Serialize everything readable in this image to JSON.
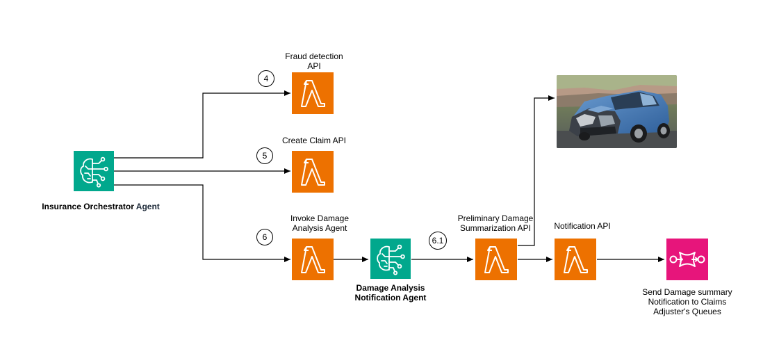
{
  "orchestrator": {
    "label_part1": "Insurance Orchestrator ",
    "label_part2": "Agent",
    "icon": "bedrock-agent-icon"
  },
  "steps": {
    "step4": "4",
    "step5": "5",
    "step6": "6",
    "step61": "6.1"
  },
  "nodes": {
    "fraud": {
      "line1": "Fraud detection",
      "line2": "API",
      "icon": "lambda-icon"
    },
    "create_claim": {
      "line1": "Create Claim API",
      "icon": "lambda-icon"
    },
    "invoke_damage": {
      "line1": "Invoke Damage",
      "line2": "Analysis Agent",
      "icon": "lambda-icon"
    },
    "damage_agent": {
      "line1": "Damage Analysis",
      "line2": "Notification Agent",
      "icon": "bedrock-agent-icon"
    },
    "prelim": {
      "line1": "Preliminary Damage",
      "line2": "Summarization API",
      "icon": "lambda-icon"
    },
    "notification": {
      "line1": "Notification API",
      "icon": "lambda-icon"
    },
    "queue": {
      "line1": "Send Damage summary",
      "line2": "Notification to Claims",
      "line3": "Adjuster's Queues",
      "icon": "sqs-queue-icon"
    }
  },
  "image": {
    "subject": "damaged-car-photo"
  },
  "colors": {
    "lambda": "#ED7100",
    "agent": "#01A88D",
    "sqs": "#E7157B",
    "arrow": "#000000",
    "label_accent": "#232F3E"
  }
}
